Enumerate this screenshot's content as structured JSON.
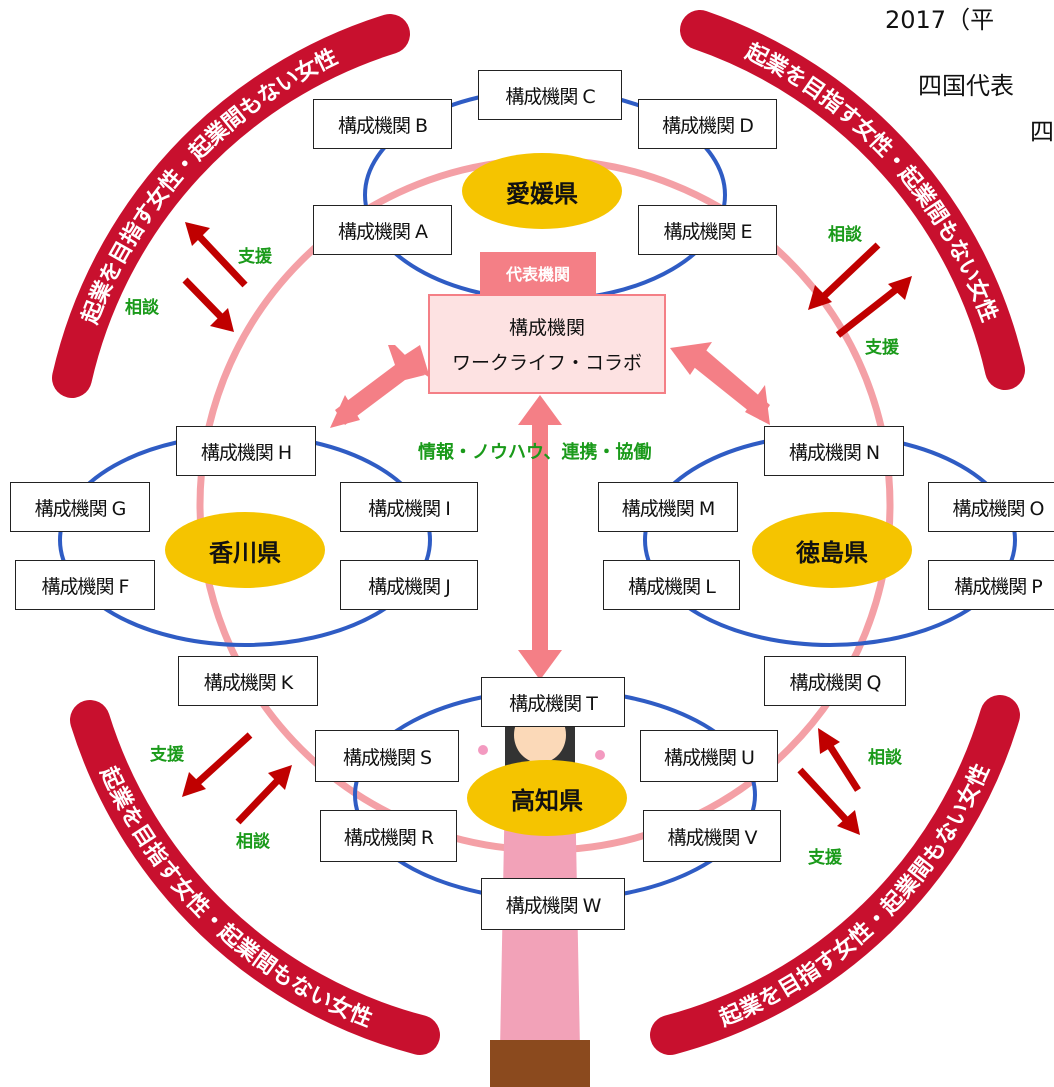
{
  "header_lines": [
    "2017（平",
    "四国代表",
    "四"
  ],
  "representative": {
    "tab_label": "代表機関",
    "line1": "構成機関",
    "line2": "ワークライフ・コラボ"
  },
  "center_label": "情報・ノウハウ、連携・協働",
  "prefectures": {
    "ehime": "愛媛県",
    "kagawa": "香川県",
    "tokushima": "徳島県",
    "kochi": "高知県"
  },
  "organizations": {
    "A": "構成機関 A",
    "B": "構成機関 B",
    "C": "構成機関 C",
    "D": "構成機関 D",
    "E": "構成機関 E",
    "F": "構成機関 F",
    "G": "構成機関 G",
    "H": "構成機関 H",
    "I": "構成機関 I",
    "J": "構成機関 J",
    "K": "構成機関 K",
    "L": "構成機関 L",
    "M": "構成機関 M",
    "N": "構成機関 N",
    "O": "構成機関 O",
    "P": "構成機関 P",
    "Q": "構成機関 Q",
    "R": "構成機関 R",
    "S": "構成機関 S",
    "T": "構成機関 T",
    "U": "構成機関 U",
    "V": "構成機関 V",
    "W": "構成機関 W"
  },
  "arc_text": {
    "top_left": "起業を目指す女性・起業間もない女性",
    "top_right": "起業を目指す女性・起業間もない女性",
    "bottom_left": "起業を目指す女性・起業間もない女性",
    "bottom_right": "起業を目指す女性・起業間もない女性"
  },
  "flow_labels": {
    "support": "支援",
    "consult": "相談"
  },
  "colors": {
    "arc_red": "#c8102e",
    "dark_arrow": "#c00000",
    "pink": "#f47f86",
    "pink_light": "#f4a0a6",
    "blue_ring": "#2f5cc4",
    "pref_yellow": "#f5c400",
    "label_green": "#1a9a1a"
  }
}
